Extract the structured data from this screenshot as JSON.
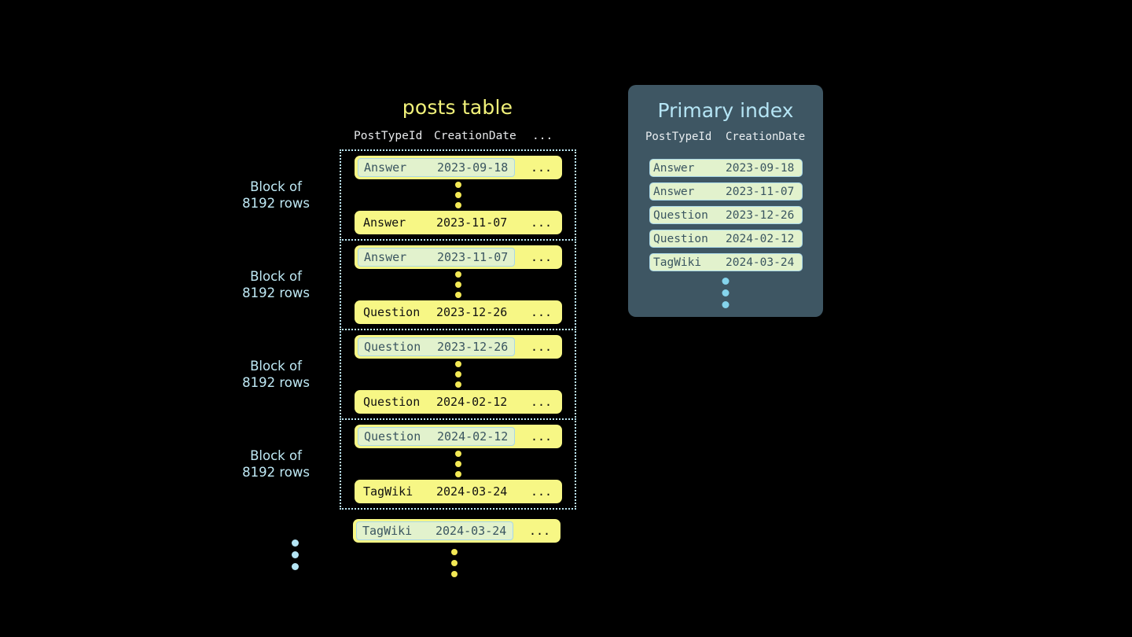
{
  "posts_table": {
    "title": "posts table",
    "columns": [
      "PostTypeId",
      "CreationDate",
      "..."
    ],
    "blocks": [
      {
        "label_line1": "Block of",
        "label_line2": "8192 rows",
        "first_row": {
          "type": "Answer",
          "date": "2023-09-18",
          "ellipsis": "...",
          "highlighted": true
        },
        "last_row": {
          "type": "Answer",
          "date": "2023-11-07",
          "ellipsis": "...",
          "highlighted": false
        }
      },
      {
        "label_line1": "Block of",
        "label_line2": "8192 rows",
        "first_row": {
          "type": "Answer",
          "date": "2023-11-07",
          "ellipsis": "...",
          "highlighted": true
        },
        "last_row": {
          "type": "Question",
          "date": "2023-12-26",
          "ellipsis": "...",
          "highlighted": false
        }
      },
      {
        "label_line1": "Block of",
        "label_line2": "8192 rows",
        "first_row": {
          "type": "Question",
          "date": "2023-12-26",
          "ellipsis": "...",
          "highlighted": true
        },
        "last_row": {
          "type": "Question",
          "date": "2024-02-12",
          "ellipsis": "...",
          "highlighted": false
        }
      },
      {
        "label_line1": "Block of",
        "label_line2": "8192 rows",
        "first_row": {
          "type": "Question",
          "date": "2024-02-12",
          "ellipsis": "...",
          "highlighted": true
        },
        "last_row": {
          "type": "TagWiki",
          "date": "2024-03-24",
          "ellipsis": "...",
          "highlighted": false
        }
      }
    ],
    "trailing_row": {
      "type": "TagWiki",
      "date": "2024-03-24",
      "ellipsis": "...",
      "highlighted": true
    }
  },
  "primary_index": {
    "title": "Primary index",
    "columns": [
      "PostTypeId",
      "CreationDate"
    ],
    "rows": [
      {
        "type": "Answer",
        "date": "2023-09-18"
      },
      {
        "type": "Answer",
        "date": "2023-11-07"
      },
      {
        "type": "Question",
        "date": "2023-12-26"
      },
      {
        "type": "Question",
        "date": "2024-02-12"
      },
      {
        "type": "TagWiki",
        "date": "2024-03-24"
      }
    ]
  },
  "colors": {
    "background": "#000000",
    "row_yellow": "#f7f785",
    "highlight_green": "#e2f2cd",
    "highlight_border": "#a9d7e8",
    "panel_slate": "#3e5663",
    "accent_blue": "#b5e5f5",
    "title_yellow": "#f2f27a",
    "dot_yellow": "#f2e855"
  }
}
